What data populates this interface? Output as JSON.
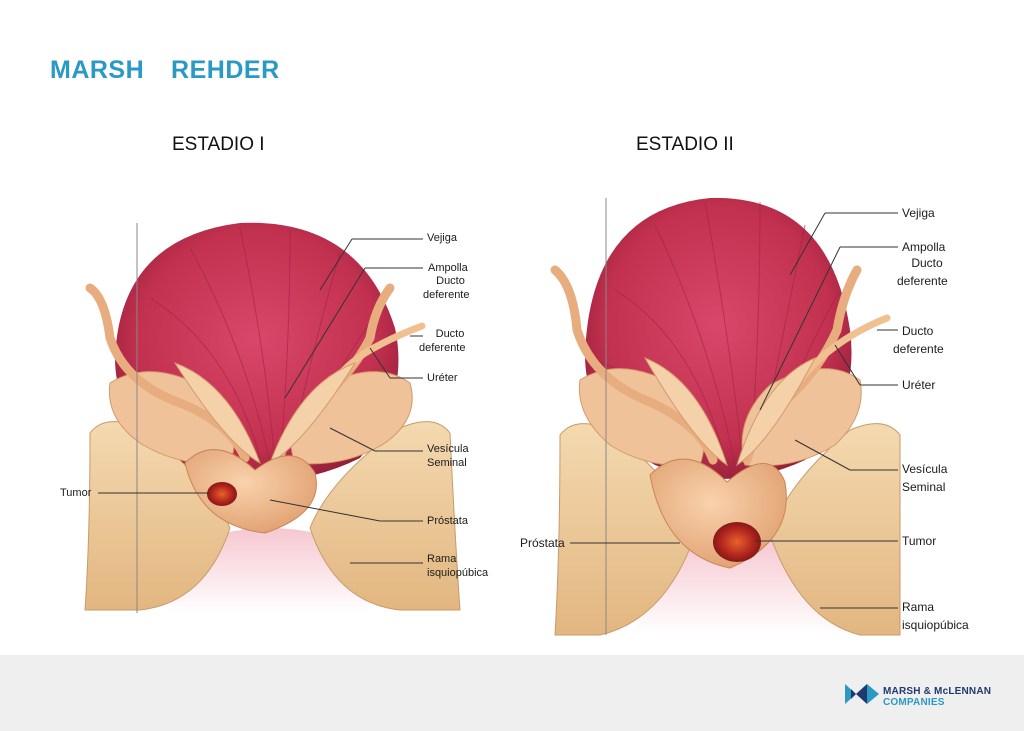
{
  "header": {
    "title": "MARSH  REHDER"
  },
  "stages": {
    "stage1": {
      "title": "ESTADIO I",
      "labels": {
        "vejiga": "Vejiga",
        "ampolla": "Ampolla",
        "ducto1": "Ducto",
        "deferente1": "deferente",
        "ducto2": "Ducto",
        "deferente2": "deferente",
        "ureter": "Uréter",
        "vesicula": "Vesícula",
        "seminal": "Seminal",
        "tumor": "Tumor",
        "prostata": "Próstata",
        "rama": "Rama",
        "isquiopubica": "isquiopúbica"
      }
    },
    "stage2": {
      "title": "ESTADIO II",
      "labels": {
        "vejiga": "Vejiga",
        "ampolla": "Ampolla",
        "ducto1": "Ducto",
        "deferente1": "deferente",
        "ducto2": "Ducto",
        "deferente2": "deferente",
        "ureter": "Uréter",
        "vesicula": "Vesícula",
        "seminal": "Seminal",
        "prostata": "Próstata",
        "tumor": "Tumor",
        "rama": "Rama",
        "isquiopubica": "isquiopúbica"
      }
    }
  },
  "footer": {
    "logo_line1": "MARSH & McLENNAN",
    "logo_line2": "COMPANIES"
  },
  "colors": {
    "brand": "#2a9ac4",
    "bladder": "#c2314f",
    "seminal": "#efc29a",
    "prostate": "#f0b88c",
    "bone": "#f0cfa0",
    "tumor": "#b3261e",
    "logo_navy": "#1e3a6e",
    "footer_bg": "#efefef"
  }
}
